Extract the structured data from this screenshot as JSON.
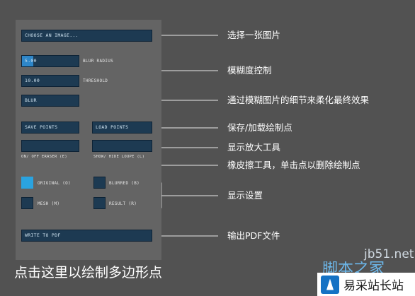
{
  "panel": {
    "choose_image": "CHOOSE AN IMAGE...",
    "blur_radius": {
      "value": "5.00",
      "label": "BLUR RADIUS",
      "fill": 0.2
    },
    "threshold": {
      "value": "10.00",
      "label": "THRESHOLD"
    },
    "blur_button": "BLUR",
    "save_points": "SAVE POINTS",
    "load_points": "LOAD POINTS",
    "eraser_label": "ON/ OFF ERASER (E)",
    "loupe_label": "SHOW/ HIDE LOUPE (L)",
    "view_options": [
      {
        "label": "ORIGINAL (O)",
        "selected": true
      },
      {
        "label": "BLURRED (B)",
        "selected": false
      },
      {
        "label": "MESH (M)",
        "selected": false
      },
      {
        "label": "RESULT (R)",
        "selected": false
      }
    ],
    "write_pdf": "WRITE TO PDF"
  },
  "annotations": {
    "choose_image": "选择一张图片",
    "blur_control": "模糊度控制",
    "blur_button": "通过模糊图片的细节来柔化最终效果",
    "save_load": "保存/加载绘制点",
    "loupe": "显示放大工具",
    "eraser": "橡皮擦工具，单击点以删除绘制点",
    "display_settings": "显示设置",
    "write_pdf": "输出PDF文件"
  },
  "bottom_caption": "点击这里以绘制多边形点",
  "watermark": {
    "site": "jb51.net",
    "site_cn": "脚本之家",
    "badge": "易采站长站"
  },
  "colors": {
    "background": "#525252",
    "panel": "#646464",
    "control": "#1d3a52",
    "accent": "#2aa3e0"
  }
}
